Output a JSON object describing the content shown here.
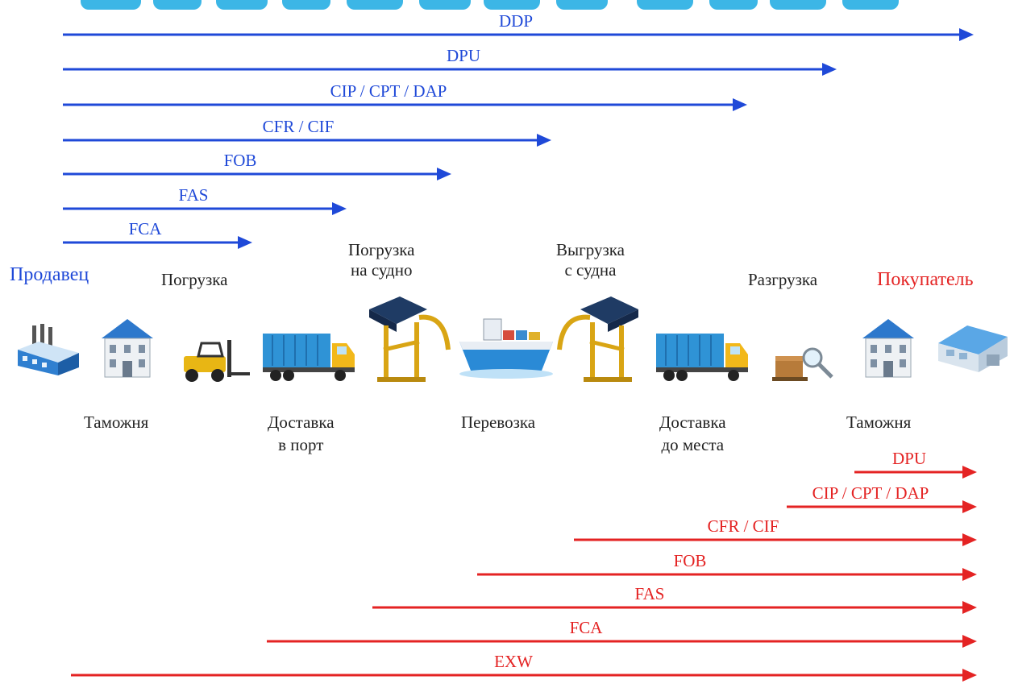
{
  "seller_label": "Продавец",
  "buyer_label": "Покупатель",
  "colors": {
    "seller": "#1f49d8",
    "buyer": "#e42323",
    "stage_text": "#222222"
  },
  "top_stages": [
    {
      "id": "loading",
      "lines": [
        "Погрузка"
      ]
    },
    {
      "id": "ship-loading",
      "lines": [
        "Погрузка",
        "на судно"
      ]
    },
    {
      "id": "ship-unloading",
      "lines": [
        "Выгрузка",
        "с судна"
      ]
    },
    {
      "id": "unloading",
      "lines": [
        "Разгрузка"
      ]
    }
  ],
  "bottom_stages": [
    {
      "id": "customs-export",
      "lines": [
        "Таможня"
      ]
    },
    {
      "id": "port-delivery",
      "lines": [
        "Доставка",
        "в порт"
      ]
    },
    {
      "id": "transport",
      "lines": [
        "Перевозка"
      ]
    },
    {
      "id": "destination-delivery",
      "lines": [
        "Доставка",
        "до места"
      ]
    },
    {
      "id": "customs-import",
      "lines": [
        "Таможня"
      ]
    }
  ],
  "icons": [
    "factory-icon",
    "customs-building-icon",
    "forklift-icon",
    "container-truck-icon",
    "port-crane-icon",
    "container-ship-icon",
    "port-crane-icon",
    "container-truck-icon",
    "cargo-inspection-icon",
    "customs-building-icon",
    "warehouse-icon"
  ],
  "seller_terms": [
    "DDP",
    "DPU",
    "CIP / CPT / DAP",
    "CFR / CIF",
    "FOB",
    "FAS",
    "FCA"
  ],
  "buyer_terms": [
    "DPU",
    "CIP / CPT / DAP",
    "CFR / CIF",
    "FOB",
    "FAS",
    "FCA",
    "EXW"
  ]
}
